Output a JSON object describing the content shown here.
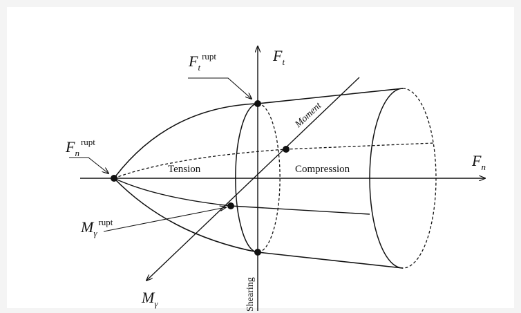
{
  "diagram": {
    "axes": {
      "fn": {
        "symbol": "F",
        "subscript": "n"
      },
      "ft": {
        "symbol": "F",
        "subscript": "t"
      },
      "mgamma": {
        "symbol": "M",
        "subscript": "γ"
      }
    },
    "points": {
      "fn_rupt": {
        "symbol": "F",
        "subscript": "n",
        "superscript": "rupt"
      },
      "ft_rupt": {
        "symbol": "F",
        "subscript": "t",
        "superscript": "rupt"
      },
      "mgamma_rupt": {
        "symbol": "M",
        "subscript": "γ",
        "superscript": "rupt"
      }
    },
    "regions": {
      "tension": "Tension",
      "compression": "Compression",
      "moment": "Moment",
      "shearing": "Shearing"
    }
  }
}
